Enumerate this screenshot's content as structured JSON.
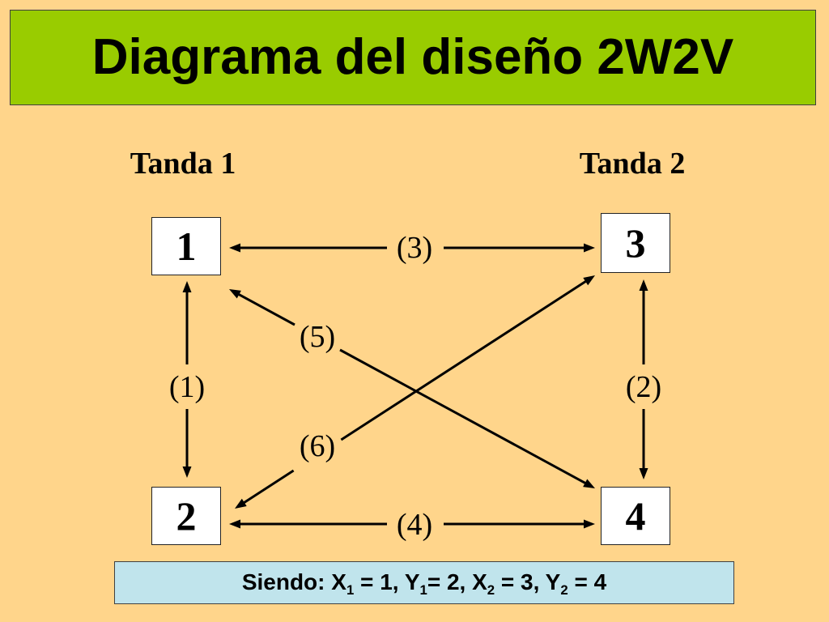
{
  "slide": {
    "title": "Diagrama del diseño 2W2V"
  },
  "diagram": {
    "batch_labels": {
      "left": "Tanda 1",
      "right": "Tanda 2"
    },
    "nodes": {
      "n1": "1",
      "n2": "2",
      "n3": "3",
      "n4": "4"
    },
    "edge_labels": {
      "e1": "(1)",
      "e2": "(2)",
      "e3": "(3)",
      "e4": "(4)",
      "e5": "(5)",
      "e6": "(6)"
    }
  },
  "footer": {
    "parts": [
      {
        "text": "Siendo: X"
      },
      {
        "sub": "1"
      },
      {
        "text": " = 1, Y"
      },
      {
        "sub": "1"
      },
      {
        "text": "= 2, X"
      },
      {
        "sub": "2"
      },
      {
        "text": " = 3, Y"
      },
      {
        "sub": "2"
      },
      {
        "text": " = 4"
      }
    ]
  },
  "colors": {
    "background": "#FFD58B",
    "title_bar": "#99CC00",
    "footer_bar": "#C0E4EC"
  }
}
